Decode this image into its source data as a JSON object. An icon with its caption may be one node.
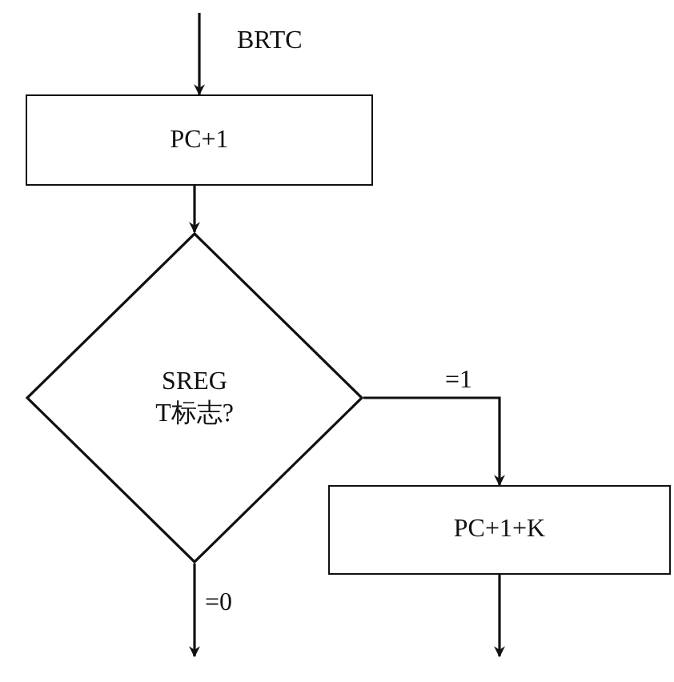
{
  "diagram": {
    "nodes": [
      {
        "text": [
          "PC+1"
        ]
      },
      {
        "text": [
          "SREG T标志?"
        ]
      },
      {
        "text": [
          "PC+1+K"
        ]
      }
    ],
    "edges": [
      {
        "from": null,
        "to": 0,
        "arrow": "to",
        "label": "BRTC"
      },
      {
        "from": 0,
        "to": 1,
        "arrow": "to"
      },
      {
        "from": 1,
        "to": 2,
        "arrow": "to",
        "label": "=1"
      },
      {
        "from": 1,
        "to": null,
        "arrow": "to",
        "label": "=0"
      },
      {
        "from": 2,
        "to": null,
        "arrow": "to"
      }
    ]
  }
}
